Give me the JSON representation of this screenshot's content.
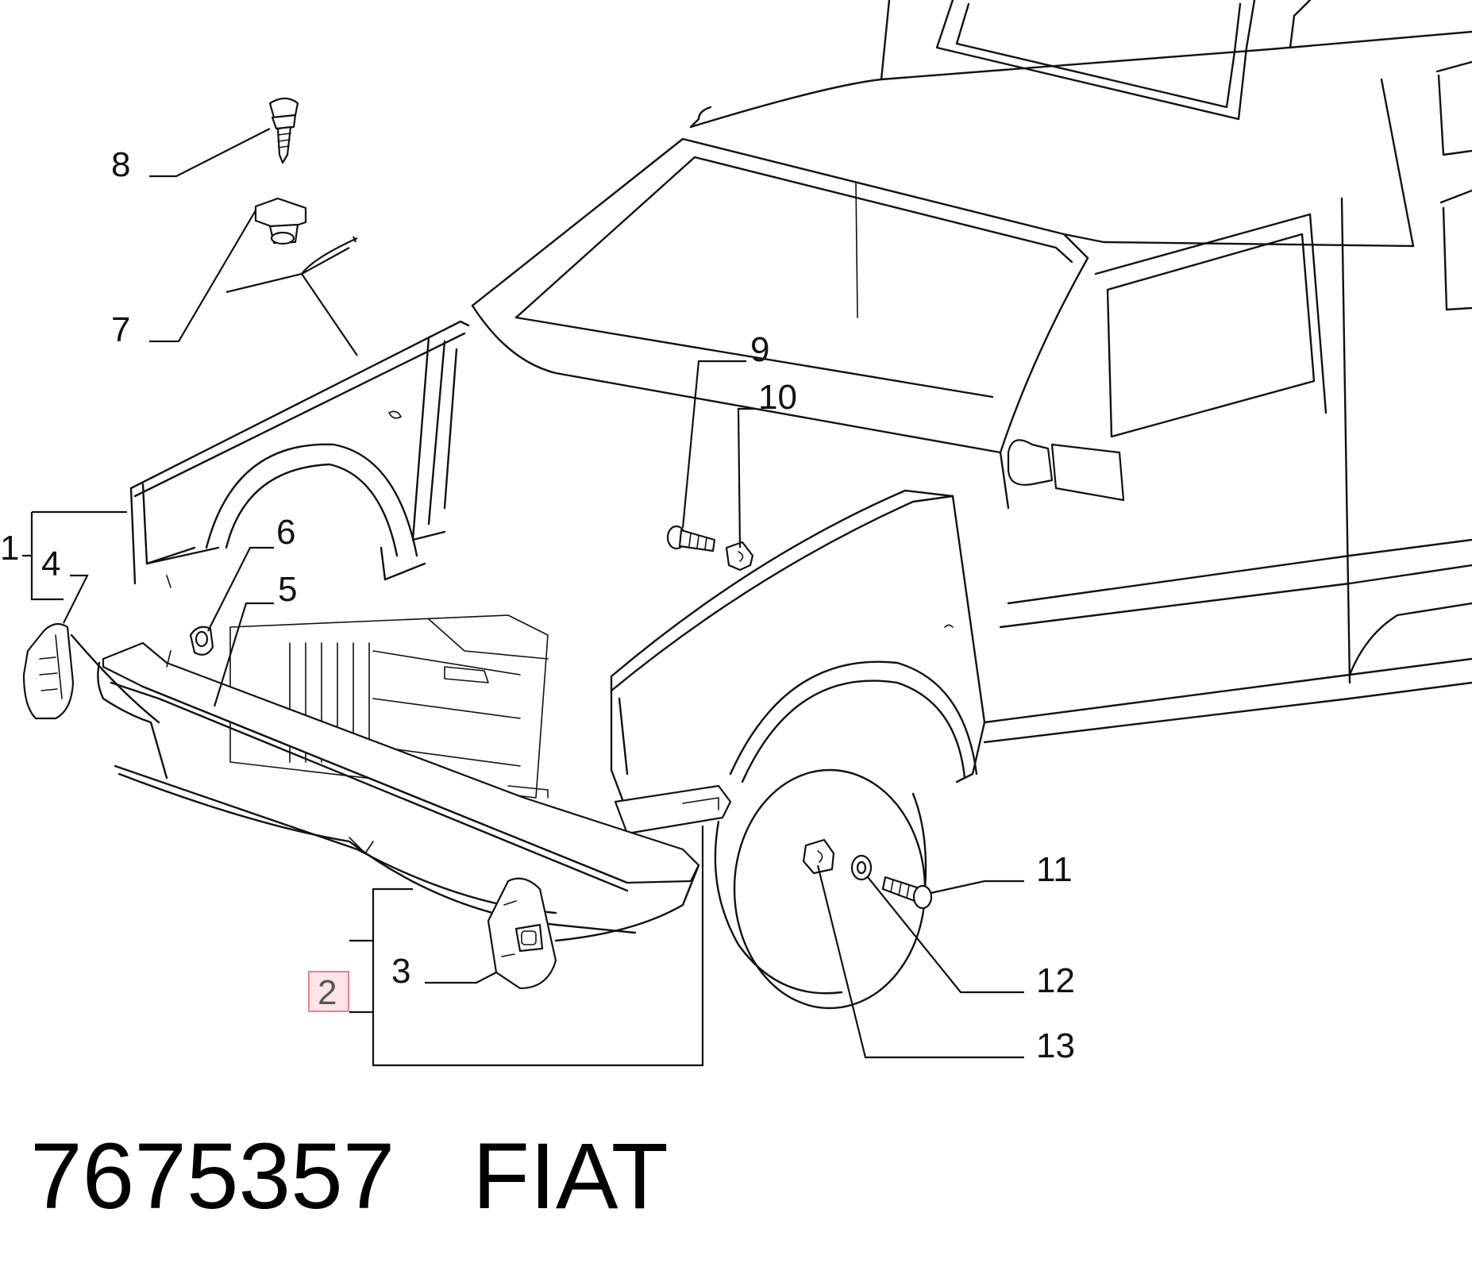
{
  "callouts": [
    {
      "id": "1",
      "label": "1"
    },
    {
      "id": "2",
      "label": "2",
      "highlighted": true
    },
    {
      "id": "3",
      "label": "3"
    },
    {
      "id": "4",
      "label": "4"
    },
    {
      "id": "5",
      "label": "5"
    },
    {
      "id": "6",
      "label": "6"
    },
    {
      "id": "7",
      "label": "7"
    },
    {
      "id": "8",
      "label": "8"
    },
    {
      "id": "9",
      "label": "9"
    },
    {
      "id": "10",
      "label": "10"
    },
    {
      "id": "11",
      "label": "11"
    },
    {
      "id": "12",
      "label": "12"
    },
    {
      "id": "13",
      "label": "13"
    }
  ],
  "caption": {
    "part_number": "7675357",
    "brand": "FIAT"
  },
  "colors": {
    "line": "#111111",
    "highlight_fill": "#fde4e6",
    "highlight_border": "#e8808a"
  }
}
